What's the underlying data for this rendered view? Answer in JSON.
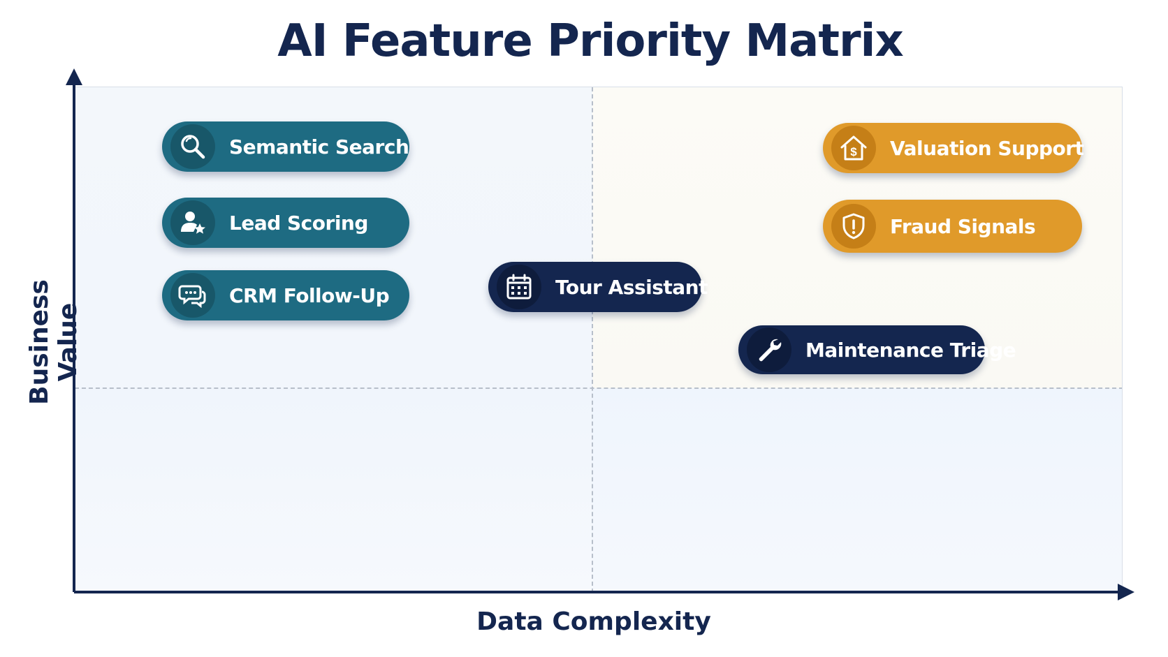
{
  "title": "AI Feature Priority Matrix",
  "axes": {
    "x_label": "Data Complexity",
    "y_label": "Business Value"
  },
  "colors": {
    "title": "#14264f",
    "teal": "#1e6b82",
    "navy": "#14264f",
    "gold": "#e09a2a"
  },
  "features": {
    "semantic_search": {
      "label": "Semantic Search",
      "icon": "search-icon"
    },
    "lead_scoring": {
      "label": "Lead Scoring",
      "icon": "user-star-icon"
    },
    "crm_follow_up": {
      "label": "CRM Follow-Up",
      "icon": "chat-bubbles-icon"
    },
    "tour_assistant": {
      "label": "Tour Assistant",
      "icon": "calendar-icon"
    },
    "maintenance_triage": {
      "label": "Maintenance Triage",
      "icon": "wrench-icon"
    },
    "valuation_support": {
      "label": "Valuation Support",
      "icon": "house-dollar-icon"
    },
    "fraud_signals": {
      "label": "Fraud Signals",
      "icon": "shield-alert-icon"
    }
  }
}
